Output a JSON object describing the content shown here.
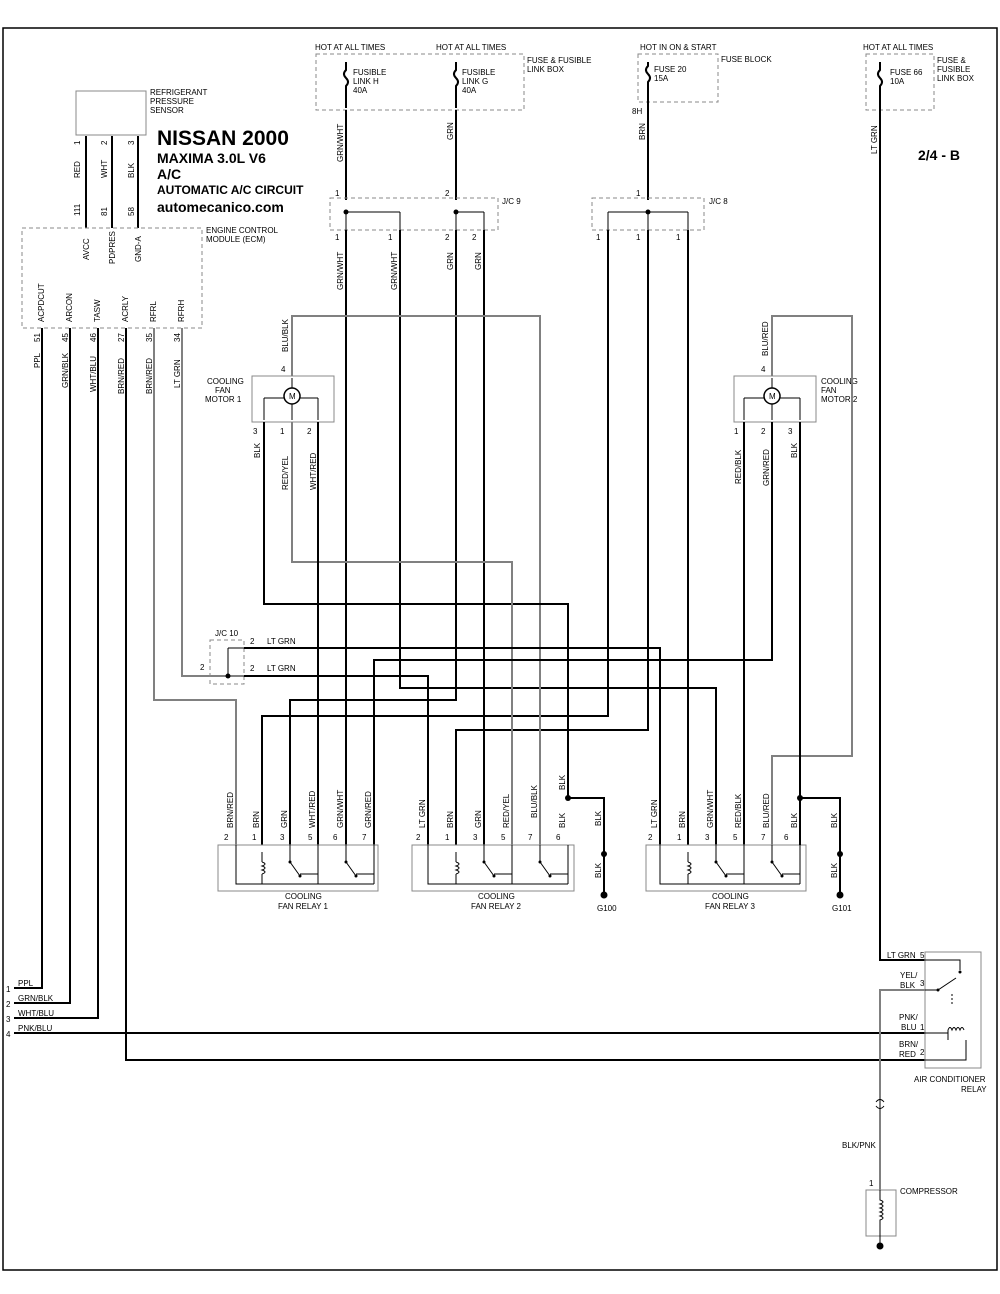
{
  "title": {
    "make_year": "NISSAN 2000",
    "model": "MAXIMA  3.0L  V6",
    "system": "A/C",
    "circuit": "AUTOMATIC A/C CIRCUIT",
    "website": "automecanico.com",
    "page_ref": "2/4 - B"
  },
  "power": {
    "hot_always_1": "HOT AT ALL TIMES",
    "hot_always_2": "HOT AT ALL TIMES",
    "hot_on_start": "HOT IN ON & START",
    "hot_always_3": "HOT AT ALL TIMES",
    "fuse_box_1": [
      "FUSE & FUSIBLE",
      "LINK BOX"
    ],
    "fuse_block": "FUSE BLOCK",
    "fuse_box_2": [
      "FUSE &",
      "FUSIBLE",
      "LINK BOX"
    ],
    "fusible_h": [
      "FUSIBLE",
      "LINK H",
      "40A"
    ],
    "fusible_g": [
      "FUSIBLE",
      "LINK G",
      "40A"
    ],
    "fuse_20": [
      "FUSE 20",
      "15A"
    ],
    "fuse_66": [
      "FUSE 66",
      "10A"
    ],
    "pin_8h": "8H"
  },
  "sensor": {
    "label": [
      "REFRIGERANT",
      "PRESSURE",
      "SENSOR"
    ],
    "pins": [
      "1",
      "2",
      "3"
    ],
    "wires": [
      "RED",
      "WHT",
      "BLK"
    ]
  },
  "ecm": {
    "label": [
      "ENGINE CONTROL",
      "MODULE (ECM)"
    ],
    "top_pins": [
      "111",
      "81",
      "58"
    ],
    "top_signals": [
      "AVCC",
      "PDPRES",
      "GND-A"
    ],
    "bottom_signals": [
      "ACPDCUT",
      "ARCON",
      "TASW",
      "ACRLY",
      "RFRL",
      "RFRH"
    ],
    "bottom_pins": [
      "51",
      "45",
      "46",
      "27",
      "35",
      "34"
    ],
    "bottom_wires": [
      "PPL",
      "GRN/BLK",
      "WHT/BLU",
      "BRN/RED",
      "BRN/RED",
      "LT GRN"
    ]
  },
  "jc9": {
    "label": "J/C 9",
    "top_pins": [
      "1",
      "2"
    ],
    "top_wires": [
      "GRN/WHT",
      "GRN"
    ],
    "bottom_pins": [
      "1",
      "1",
      "2",
      "2"
    ],
    "bottom_wires": [
      "GRN/WHT",
      "GRN/WHT",
      "GRN",
      "GRN"
    ]
  },
  "jc8": {
    "label": "J/C 8",
    "top_pin": "1",
    "top_wire": "BRN",
    "bottom_pins": [
      "1",
      "1",
      "1"
    ]
  },
  "jc10": {
    "label": "J/C 10",
    "pins": [
      "2",
      "2",
      "2"
    ],
    "wires": [
      "LT GRN",
      "LT GRN"
    ]
  },
  "fan1": {
    "label": [
      "COOLING",
      "FAN",
      "MOTOR 1"
    ],
    "top_pin": "4",
    "top_wire": "BLU/BLK",
    "pins": [
      "3",
      "1",
      "2"
    ],
    "wires": [
      "BLK",
      "RED/YEL",
      "WHT/RED"
    ]
  },
  "fan2": {
    "label": [
      "COOLING",
      "FAN",
      "MOTOR 2"
    ],
    "top_pin": "4",
    "top_wire": "BLU/RED",
    "pins": [
      "1",
      "2",
      "3"
    ],
    "wires": [
      "RED/BLK",
      "GRN/RED",
      "BLK"
    ]
  },
  "relay1": {
    "label": [
      "COOLING",
      "FAN RELAY 1"
    ],
    "pins": [
      "2",
      "1",
      "3",
      "5",
      "6",
      "7"
    ],
    "wires": [
      "BRN/RED",
      "BRN",
      "GRN",
      "WHT/RED",
      "GRN/WHT",
      "GRN/RED"
    ]
  },
  "relay2": {
    "label": [
      "COOLING",
      "FAN RELAY 2"
    ],
    "pins": [
      "2",
      "1",
      "3",
      "5",
      "7",
      "6"
    ],
    "wires": [
      "LT GRN",
      "BRN",
      "GRN",
      "RED/YEL",
      "BLU/BLK",
      "BLK"
    ]
  },
  "relay3": {
    "label": [
      "COOLING",
      "FAN RELAY 3"
    ],
    "pins": [
      "2",
      "1",
      "3",
      "5",
      "7",
      "6"
    ],
    "wires": [
      "LT GRN",
      "BRN",
      "GRN/WHT",
      "RED/BLK",
      "BLU/RED",
      "BLK"
    ]
  },
  "grounds": {
    "g100_wire": "BLK",
    "g100_wire2": "BLK",
    "g100": "G100",
    "g101_wire": "BLK",
    "g101_wire2": "BLK",
    "g101": "G101",
    "blk_top": "BLK"
  },
  "left_connector": {
    "pins": [
      "1",
      "2",
      "3",
      "4"
    ],
    "wires": [
      "PPL",
      "GRN/BLK",
      "WHT/BLU",
      "PNK/BLU"
    ]
  },
  "ac_relay": {
    "label": [
      "AIR CONDITIONER",
      "RELAY"
    ],
    "feed_wire": "LT GRN",
    "pins": [
      "5",
      "3",
      "1",
      "2"
    ],
    "wires": [
      [
        "LT GRN"
      ],
      [
        "YEL/",
        "BLK"
      ],
      [
        "PNK/",
        "BLU"
      ],
      [
        "BRN/",
        "RED"
      ]
    ]
  },
  "compressor": {
    "label": "COMPRESSOR",
    "pin": "1",
    "wire": "BLK/PNK"
  }
}
